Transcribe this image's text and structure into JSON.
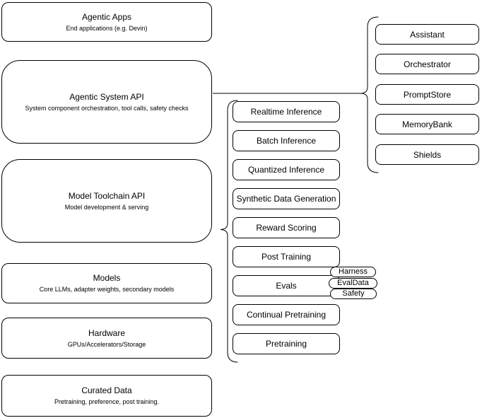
{
  "diagram": {
    "left_stack": [
      {
        "title": "Agentic Apps",
        "subtitle": "End applications (e.g. Devin)"
      },
      {
        "title": "Agentic System API",
        "subtitle": "System component orchestration, tool calls, safety checks"
      },
      {
        "title": "Model Toolchain API",
        "subtitle": "Model development & serving"
      },
      {
        "title": "Models",
        "subtitle": "Core LLMs, adapter weights, secondary models"
      },
      {
        "title": "Hardware",
        "subtitle": "GPUs/Accelerators/Storage"
      },
      {
        "title": "Curated Data",
        "subtitle": "Pretraining, preference, post training."
      }
    ],
    "toolchain_group": [
      "Realtime Inference",
      "Batch Inference",
      "Quantized Inference",
      "Synthetic Data Generation",
      "Reward Scoring",
      "Post Training",
      "Evals",
      "Continual Pretraining",
      "Pretraining"
    ],
    "evals_tags": [
      "Harness",
      "EvalData",
      "Safety"
    ],
    "system_group": [
      "Assistant",
      "Orchestrator",
      "PromptStore",
      "MemoryBank",
      "Shields"
    ],
    "colors": {
      "stroke": "#000000",
      "fill": "#ffffff",
      "background": "#ffffff"
    }
  }
}
